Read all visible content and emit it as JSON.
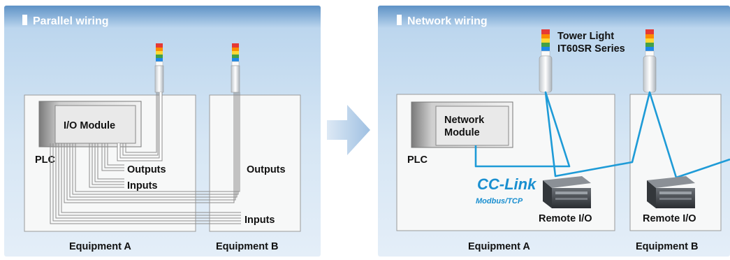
{
  "left_panel": {
    "title": "Parallel wiring",
    "io_module": "I/O Module",
    "plc": "PLC",
    "outputs_a": "Outputs",
    "inputs_a": "Inputs",
    "outputs_b": "Outputs",
    "inputs_b": "Inputs",
    "equipment_a": "Equipment A",
    "equipment_b": "Equipment B"
  },
  "right_panel": {
    "title": "Network wiring",
    "network_module_line1": "Network",
    "network_module_line2": "Module",
    "plc": "PLC",
    "tower_light_line1": "Tower Light",
    "tower_light_line2": "IT60SR Series",
    "cc_link_logo": "CC-Link",
    "modbus_logo": "Modbus/TCP",
    "remote_io_a": "Remote I/O",
    "remote_io_b": "Remote I/O",
    "equipment_a": "Equipment A",
    "equipment_b": "Equipment B"
  },
  "colors": {
    "panel_bg": "#c9dff1",
    "panel_header": "#4f86bc",
    "network_line": "#1e9bd7",
    "arrow": "#a9c6e4"
  },
  "icons": [
    "arrow-right-icon",
    "tower-light-icon",
    "remote-io-device-icon"
  ]
}
